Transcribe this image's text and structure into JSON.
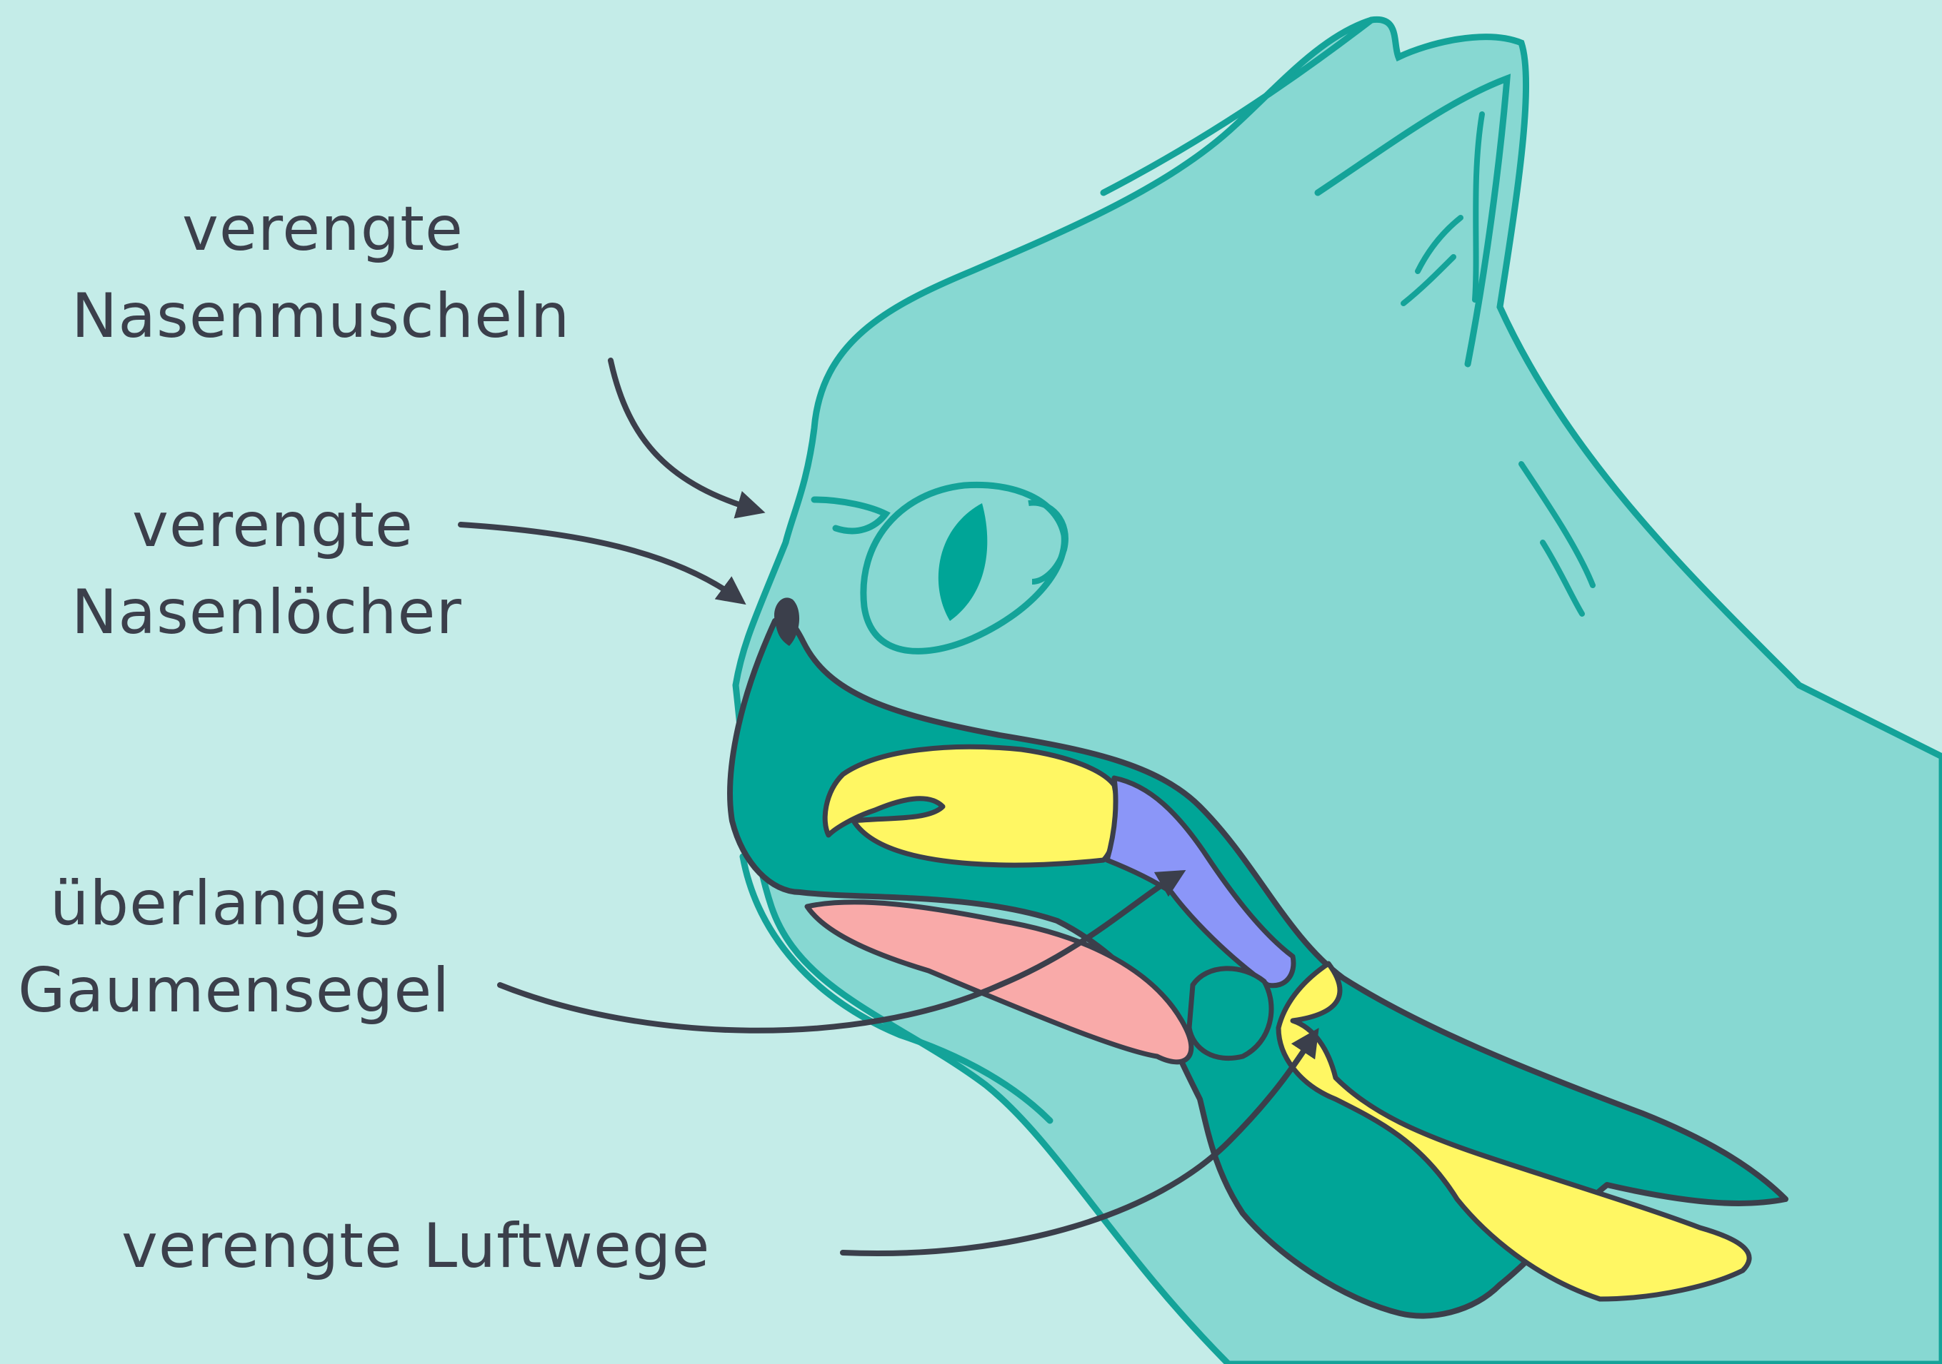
{
  "labels": {
    "nasal_turbinates": {
      "line1": "verengte",
      "line2": "Nasenmuscheln"
    },
    "nostrils": {
      "line1": "verengte",
      "line2": "Nasenlöcher"
    },
    "soft_palate": {
      "line1": "überlanges",
      "line2": "Gaumensegel"
    },
    "airways": {
      "line1": "verengte Luftwege"
    }
  },
  "colors": {
    "background": "#c4ece8",
    "head_fill": "#87d8d2",
    "outline": "#14a399",
    "dark_teal": "#00a597",
    "tissue_outline": "#3b3f4b",
    "yellow": "#fff763",
    "purple": "#8b96f8",
    "pink": "#f9aaa9",
    "text": "#3b3f4b"
  }
}
